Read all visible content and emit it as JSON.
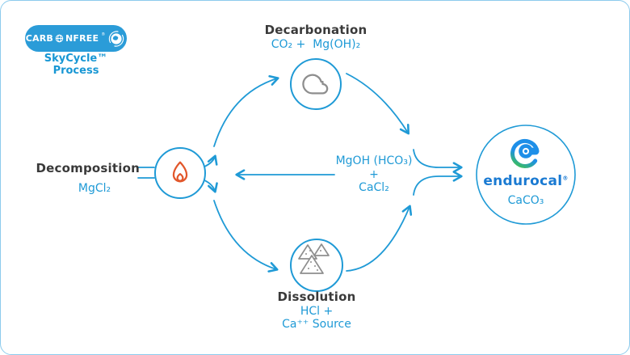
{
  "branding": {
    "logo_prefix": "CARB",
    "logo_suffix": "NFREE",
    "logo_full": "CARBONFREE",
    "registered": "®",
    "tagline": "SkyCycle™ Process"
  },
  "colors": {
    "diagram_blue": "#1f9ad6",
    "heading_dark": "#3a3a3a",
    "flame_orange": "#e2572b",
    "icon_gray": "#8e8e8e",
    "pill_blue": "#2b9cd8",
    "frame_border": "#8ccbed",
    "endurocal_blue": "#1a7ad2",
    "endurocal_icon_blue": "#1e8fe8",
    "endurocal_icon_green": "#3cbd5e"
  },
  "stages": {
    "decarbonation": {
      "title": "Decarbonation",
      "formula": "CO₂ +  Mg(OH)₂",
      "icon": "cloud-icon"
    },
    "decomposition": {
      "title": "Decomposition",
      "formula": "MgCl₂",
      "icon": "flame-icon"
    },
    "dissolution": {
      "title": "Dissolution",
      "formula_line1": "HCl +",
      "formula_line2": "Ca⁺⁺ Source",
      "icon": "minerals-icon"
    },
    "intermediate": {
      "line1": "MgOH (HCO₃)",
      "line2": "+",
      "line3": "CaCl₂"
    },
    "product": {
      "brand": "endurocal",
      "registered": "®",
      "formula": "CaCO₃"
    }
  }
}
